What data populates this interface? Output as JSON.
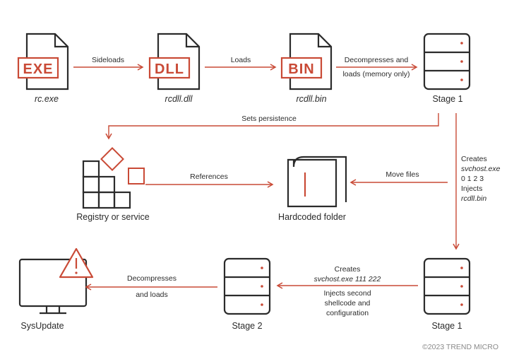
{
  "files": {
    "exe": {
      "badge": "EXE",
      "label": "rc.exe"
    },
    "dll": {
      "badge": "DLL",
      "label": "rcdll.dll"
    },
    "bin": {
      "badge": "BIN",
      "label": "rcdll.bin"
    }
  },
  "nodes": {
    "stage1_top": "Stage 1",
    "stage1_bottom": "Stage 1",
    "stage2": "Stage 2",
    "registry": "Registry or service",
    "folder": "Hardcoded folder",
    "sysupdate": "SysUpdate"
  },
  "edges": {
    "sideloads": "Sideloads",
    "loads": "Loads",
    "decompress_line1": "Decompresses and",
    "decompress_line2": "loads (memory only)",
    "persistence": "Sets persistence",
    "references": "References",
    "move_files": "Move files",
    "creates_1": "Creates",
    "creates_2": "svchost.exe",
    "creates_3": "0 1 2 3",
    "creates_4": "Injects",
    "creates_5": "rcdll.bin",
    "stage2_creates_1": "Creates",
    "stage2_creates_2": "svchost.exe 111 222",
    "stage2_inject_1": "Injects second",
    "stage2_inject_2": "shellcode and",
    "stage2_inject_3": "configuration",
    "decompress2_line1": "Decompresses",
    "decompress2_line2": "and loads"
  },
  "footer": {
    "copyright": "©2023 TREND MICRO"
  },
  "colors": {
    "accent": "#c94a36",
    "dark": "#2b2b2b",
    "muted": "#8a8a8a"
  }
}
